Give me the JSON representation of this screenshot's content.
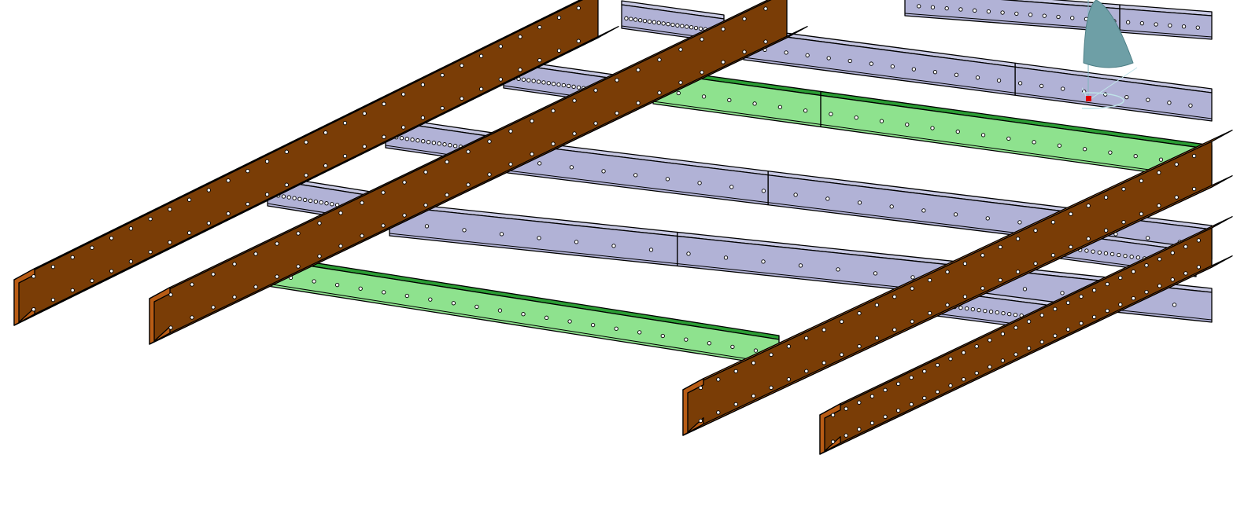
{
  "scene": {
    "background": "#ffffff",
    "colors": {
      "rail_web": "#7a3d06",
      "rail_top": "#d9772b",
      "rail_flange": "#b85c15",
      "lilac_face": "#b1b2d6",
      "lilac_top": "#c8c9e4",
      "green_face": "#8ee28e",
      "green_top": "#2b9e34",
      "outline": "#000000",
      "hole": "#ffffff",
      "compass_fill": "#6e9fa6",
      "compass_marker": "#e00000"
    },
    "parts": {
      "longitudinal_rails": [
        "rail-1",
        "rail-2",
        "rail-3",
        "rail-4"
      ],
      "cross_members": [
        "cross-member-1",
        "cross-member-2",
        "cross-member-3",
        "cross-member-4",
        "cross-member-5",
        "cross-member-6"
      ],
      "highlighted": [
        "cross-member-1",
        "cross-member-4"
      ]
    }
  },
  "compass": {
    "icon": "3d-compass-icon"
  }
}
